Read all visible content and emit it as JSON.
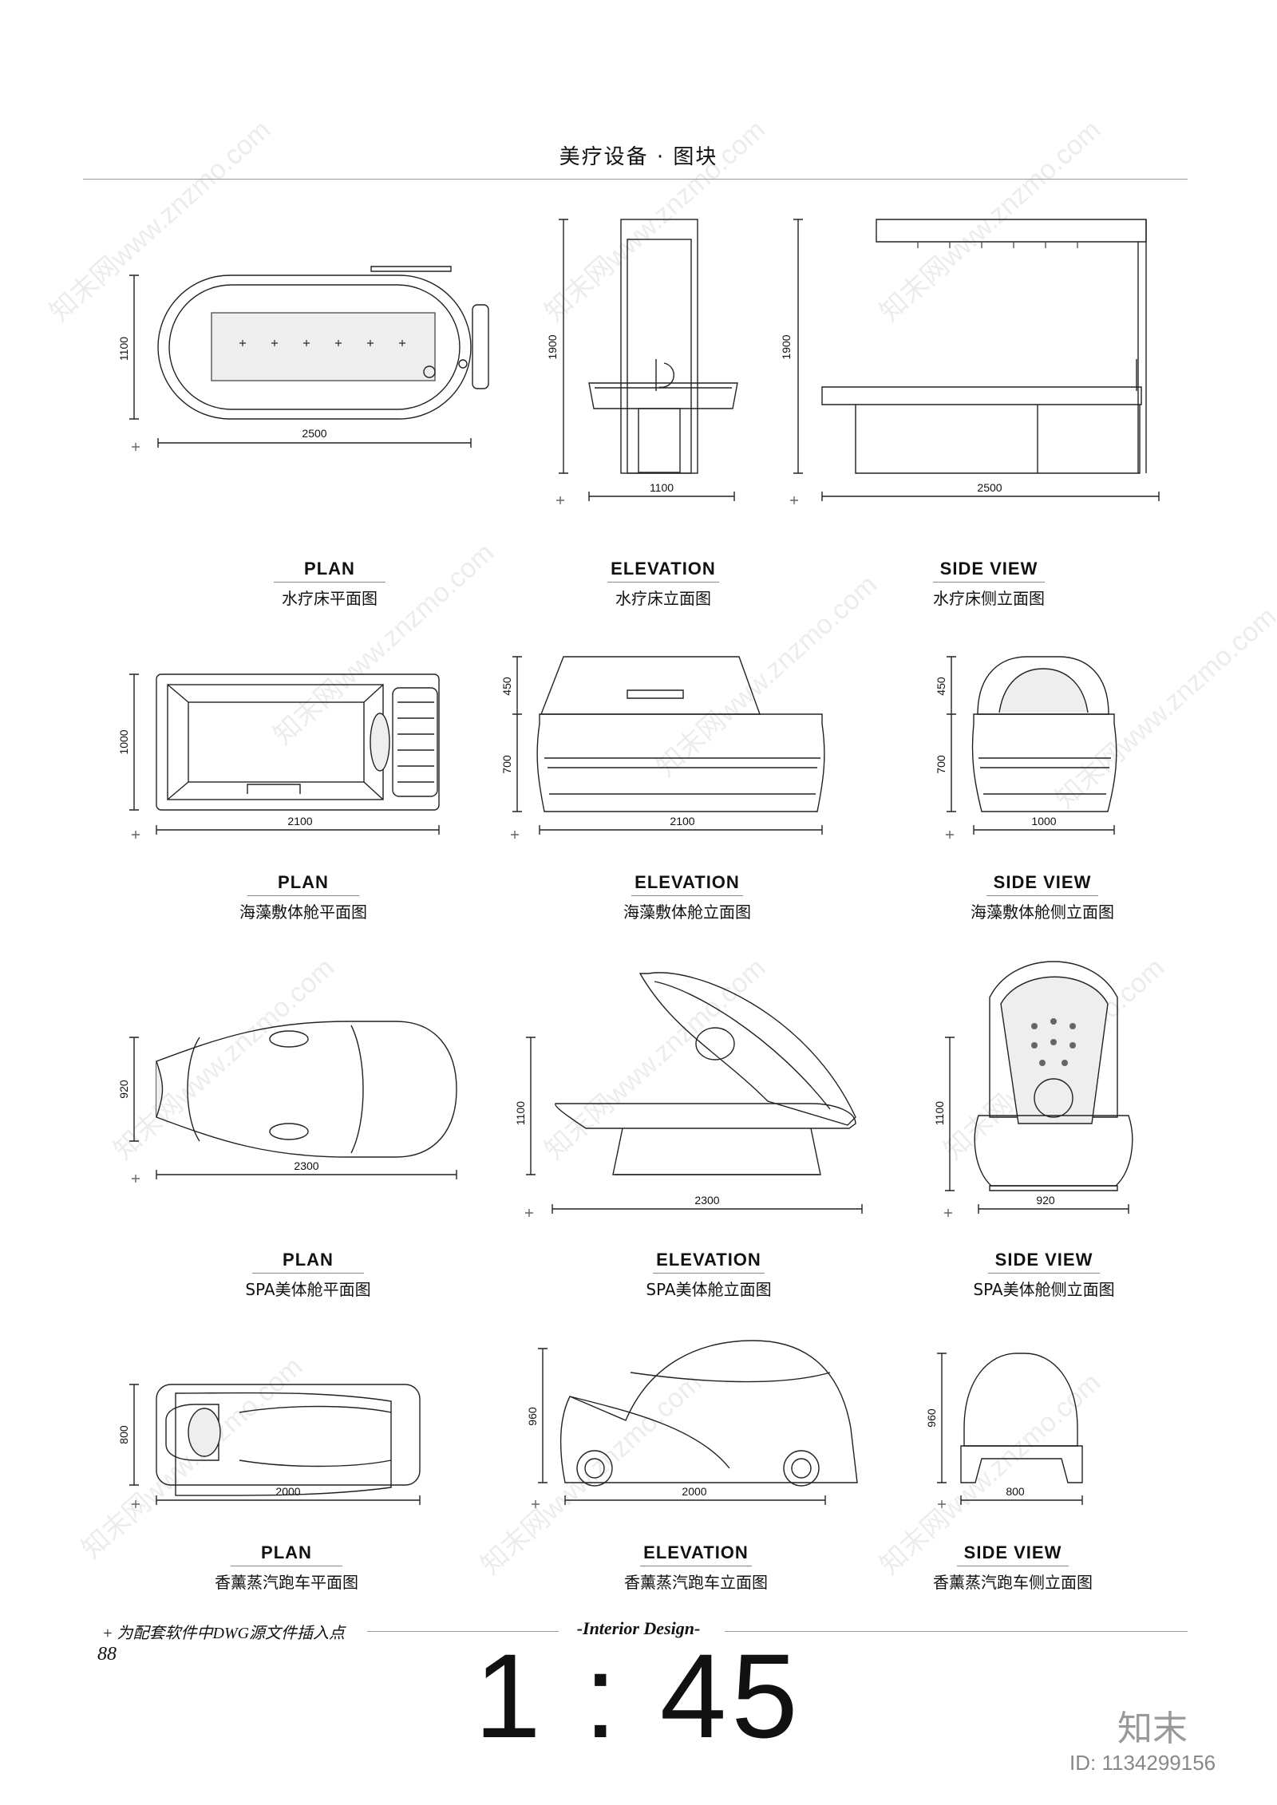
{
  "header": {
    "title": "美疗设备 · 图块"
  },
  "rows": [
    {
      "items": [
        {
          "view": "PLAN",
          "name": "水疗床平面图",
          "dims": [
            "1100",
            "2500"
          ]
        },
        {
          "view": "ELEVATION",
          "name": "水疗床立面图",
          "dims": [
            "1900",
            "1100"
          ]
        },
        {
          "view": "SIDE VIEW",
          "name": "水疗床侧立面图",
          "dims": [
            "1900",
            "2500"
          ]
        }
      ]
    },
    {
      "items": [
        {
          "view": "PLAN",
          "name": "海藻敷体舱平面图",
          "dims": [
            "1000",
            "2100"
          ]
        },
        {
          "view": "ELEVATION",
          "name": "海藻敷体舱立面图",
          "dims": [
            "450",
            "700",
            "2100"
          ]
        },
        {
          "view": "SIDE VIEW",
          "name": "海藻敷体舱侧立面图",
          "dims": [
            "450",
            "700",
            "1000"
          ]
        }
      ]
    },
    {
      "items": [
        {
          "view": "PLAN",
          "name": "SPA美体舱平面图",
          "dims": [
            "920",
            "2300"
          ]
        },
        {
          "view": "ELEVATION",
          "name": "SPA美体舱立面图",
          "dims": [
            "1100",
            "2300"
          ]
        },
        {
          "view": "SIDE VIEW",
          "name": "SPA美体舱侧立面图",
          "dims": [
            "1100",
            "920"
          ]
        }
      ]
    },
    {
      "items": [
        {
          "view": "PLAN",
          "name": "香薰蒸汽跑车平面图",
          "dims": [
            "800",
            "2000"
          ]
        },
        {
          "view": "ELEVATION",
          "name": "香薰蒸汽跑车立面图",
          "dims": [
            "960",
            "2000"
          ]
        },
        {
          "view": "SIDE VIEW",
          "name": "香薰蒸汽跑车侧立面图",
          "dims": [
            "960",
            "800"
          ]
        }
      ]
    }
  ],
  "footer": {
    "note": "+ 为配套软件中DWG源文件插入点",
    "design": "-Interior Design-",
    "page": "88",
    "scale": "1 : 45",
    "brand": "知末",
    "id": "ID: 1134299156"
  },
  "watermark": {
    "text": "知末网www.znzmo.com"
  }
}
